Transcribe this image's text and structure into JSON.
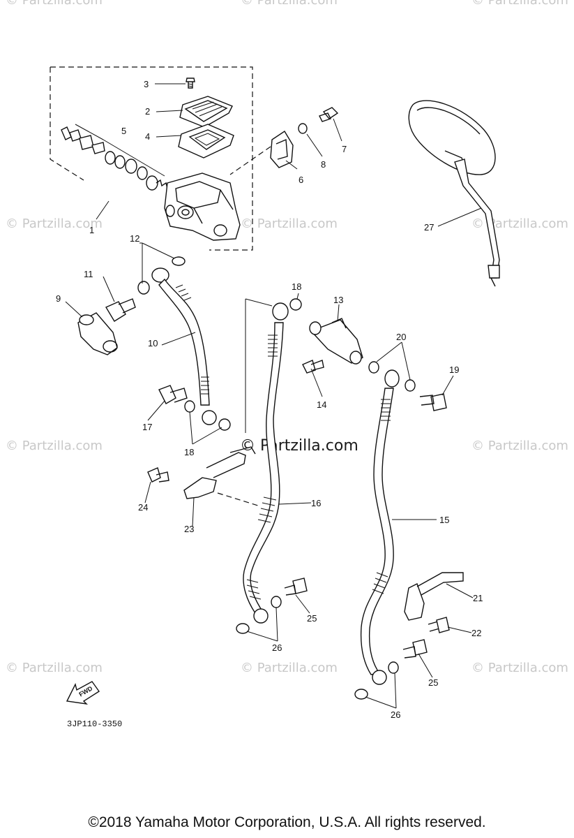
{
  "watermarks": {
    "text": "© Partzilla.com",
    "center_text": "© Partzilla.com"
  },
  "diagram": {
    "code": "3JP110-3350",
    "fwd_label": "FWD",
    "parts": [
      {
        "id": "p1",
        "label": "1"
      },
      {
        "id": "p2",
        "label": "2"
      },
      {
        "id": "p3",
        "label": "3"
      },
      {
        "id": "p4",
        "label": "4"
      },
      {
        "id": "p5",
        "label": "5"
      },
      {
        "id": "p6",
        "label": "6"
      },
      {
        "id": "p7",
        "label": "7"
      },
      {
        "id": "p8",
        "label": "8"
      },
      {
        "id": "p9",
        "label": "9"
      },
      {
        "id": "p10",
        "label": "10"
      },
      {
        "id": "p11",
        "label": "11"
      },
      {
        "id": "p12",
        "label": "12"
      },
      {
        "id": "p13",
        "label": "13"
      },
      {
        "id": "p14",
        "label": "14"
      },
      {
        "id": "p15",
        "label": "15"
      },
      {
        "id": "p16",
        "label": "16"
      },
      {
        "id": "p17",
        "label": "17"
      },
      {
        "id": "p18a",
        "label": "18"
      },
      {
        "id": "p18b",
        "label": "18"
      },
      {
        "id": "p19",
        "label": "19"
      },
      {
        "id": "p20",
        "label": "20"
      },
      {
        "id": "p21",
        "label": "21"
      },
      {
        "id": "p22",
        "label": "22"
      },
      {
        "id": "p23",
        "label": "23"
      },
      {
        "id": "p24",
        "label": "24"
      },
      {
        "id": "p25a",
        "label": "25"
      },
      {
        "id": "p25b",
        "label": "25"
      },
      {
        "id": "p26a",
        "label": "26"
      },
      {
        "id": "p26b",
        "label": "26"
      },
      {
        "id": "p27",
        "label": "27"
      }
    ]
  },
  "footer": {
    "copyright": "©2018  Yamaha Motor Corporation, U.S.A. All rights reserved."
  }
}
